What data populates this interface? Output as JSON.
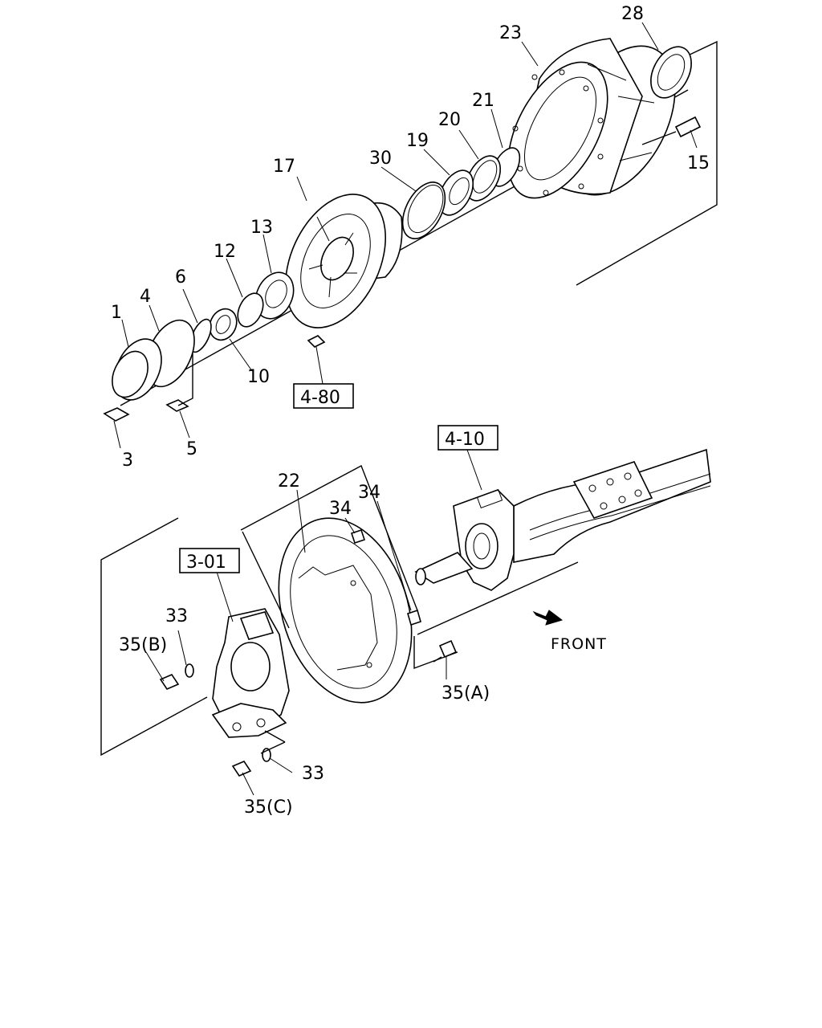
{
  "callouts": {
    "p1": "1",
    "p3": "3",
    "p4": "4",
    "p5": "5",
    "p6": "6",
    "p10": "10",
    "p12": "12",
    "p13": "13",
    "p15": "15",
    "p17": "17",
    "p19": "19",
    "p20": "20",
    "p21": "21",
    "p22": "22",
    "p23": "23",
    "p28": "28",
    "p30": "30",
    "p33a": "33",
    "p33b": "33",
    "p34a": "34",
    "p34b": "34",
    "p35a": "35(A)",
    "p35b": "35(B)",
    "p35c": "35(C)"
  },
  "refs": {
    "r480": "4-80",
    "r410": "4-10",
    "r301": "3-01"
  },
  "direction": {
    "front_label": "FRONT",
    "arrow_icon": "front-arrow-icon"
  }
}
